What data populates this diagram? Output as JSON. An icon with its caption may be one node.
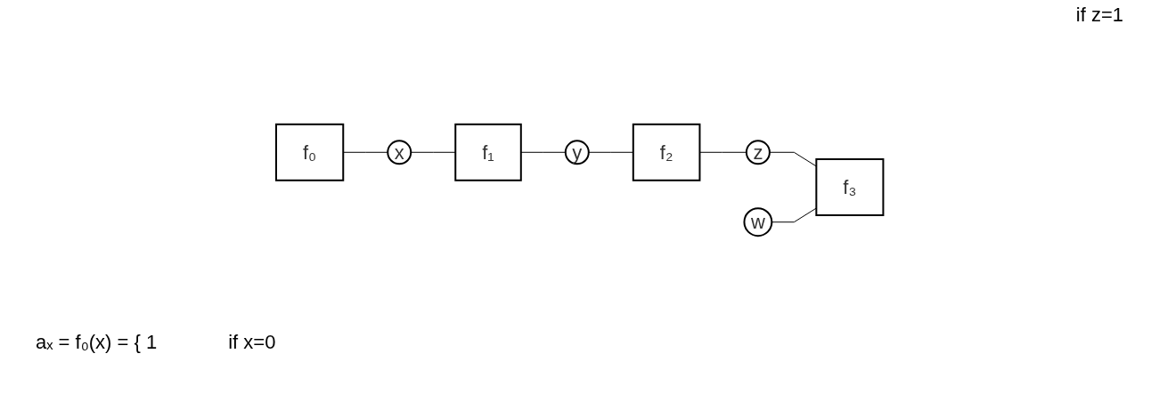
{
  "diagram": {
    "nodes": [
      {
        "text": [
          "f₀"
        ]
      },
      {
        "text": [
          "x"
        ]
      },
      {
        "text": [
          "f₁"
        ]
      },
      {
        "text": [
          "y"
        ]
      },
      {
        "text": [
          "f₂"
        ]
      },
      {
        "text": [
          "z"
        ]
      },
      {
        "text": [
          "w"
        ]
      },
      {
        "text": [
          "f₃"
        ]
      }
    ],
    "edges": [
      {
        "from": 0,
        "to": 1,
        "arrow": "none"
      },
      {
        "from": 1,
        "to": 2,
        "arrow": "none"
      },
      {
        "from": 2,
        "to": 3,
        "arrow": "none"
      },
      {
        "from": 3,
        "to": 4,
        "arrow": "none"
      },
      {
        "from": 4,
        "to": 5,
        "arrow": "none"
      },
      {
        "from": 5,
        "to": 7,
        "arrow": "none"
      },
      {
        "from": 6,
        "to": 7,
        "arrow": "none"
      }
    ],
    "labels": [
      "if z=1",
      "aₓ = f₀(x) = { 1",
      "if x=0"
    ]
  }
}
